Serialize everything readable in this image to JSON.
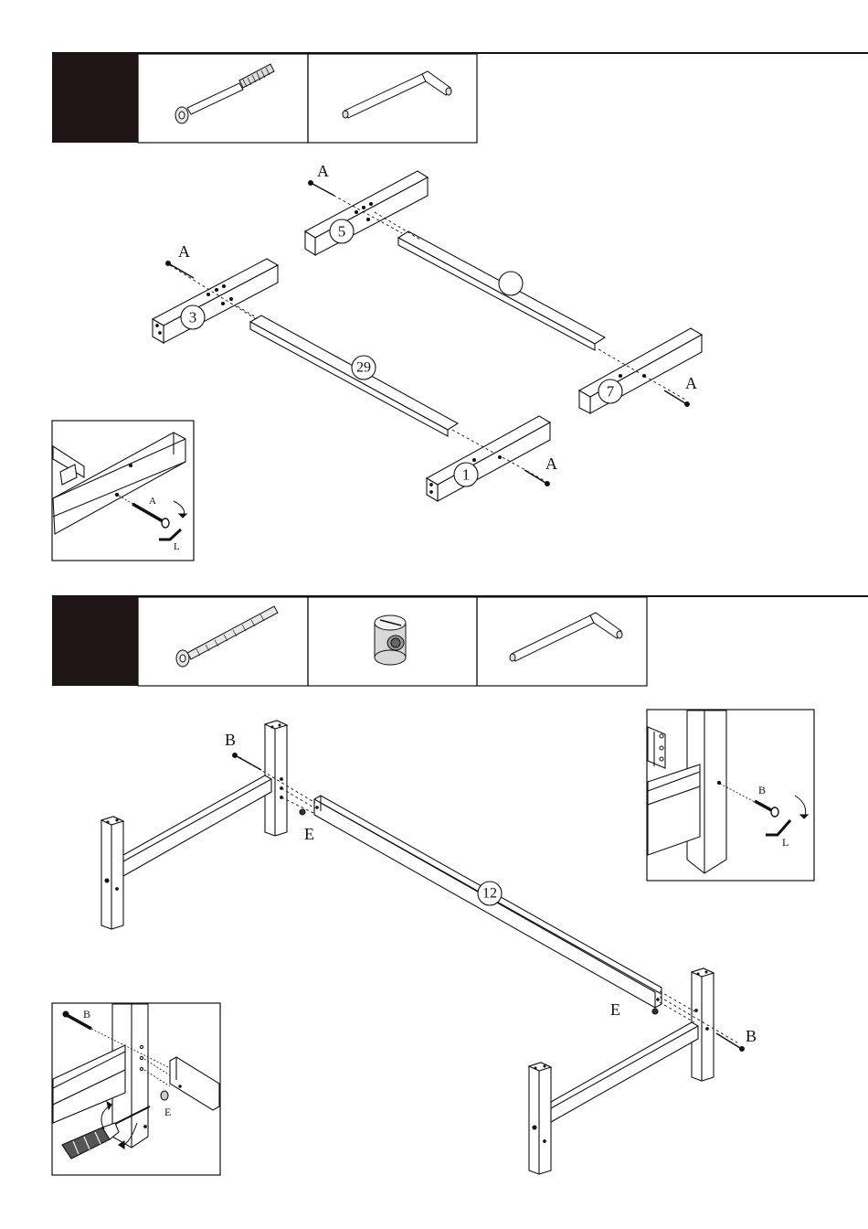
{
  "step1": {
    "letters": {
      "a1": "A",
      "a2": "A",
      "a3": "A",
      "a4": "A",
      "inset_a": "A",
      "inset_l": "L"
    },
    "parts": {
      "p1": "1",
      "p3": "3",
      "p5": "5",
      "p7": "7",
      "p29": "29"
    },
    "tools": [
      "bolt-icon",
      "allen-key-icon"
    ]
  },
  "step2": {
    "letters": {
      "b1": "B",
      "b2": "B",
      "e1": "E",
      "e2": "E",
      "inset_b1": "B",
      "inset_l": "L",
      "inset_b2": "B",
      "inset_e": "E"
    },
    "parts": {
      "p12": "12"
    },
    "tools": [
      "long-bolt-icon",
      "barrel-nut-icon",
      "allen-key-icon"
    ]
  }
}
